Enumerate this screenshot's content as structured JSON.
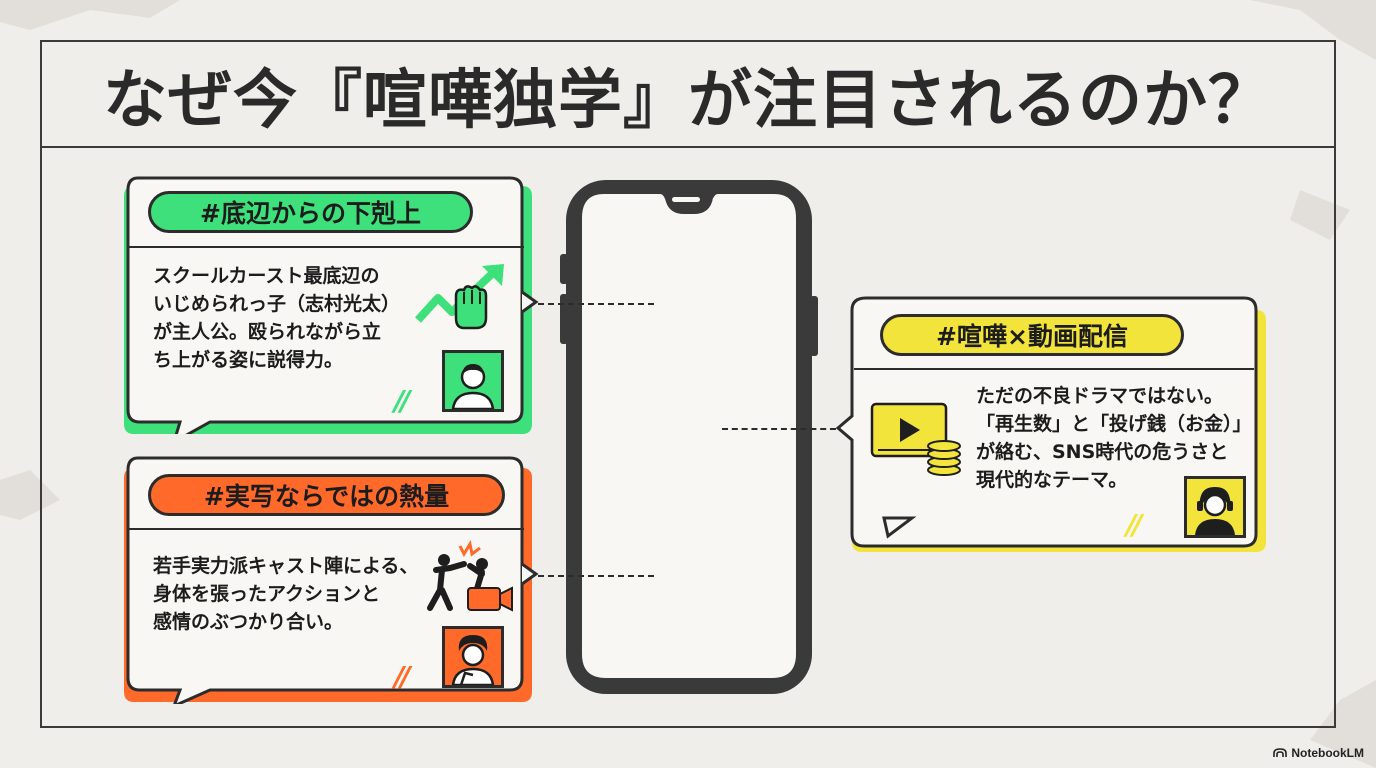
{
  "title": "なぜ今『喧嘩独学』が注目されるのか？",
  "cards": [
    {
      "tag": "#底辺からの下剋上",
      "lines": [
        "スクールカースト最底辺の",
        "いじめられっ子（志村光太）",
        "が主人公。殴られながら立",
        "ち上がる姿に説得力。"
      ],
      "accent": "#3de07a"
    },
    {
      "tag": "#実写ならではの熱量",
      "lines": [
        "若手実力派キャスト陣による、",
        "身体を張ったアクションと",
        "感情のぶつかり合い。"
      ],
      "accent": "#ff6a2b"
    },
    {
      "tag": "#喧嘩×動画配信",
      "lines": [
        "ただの不良ドラマではない。",
        "「再生数」と「投げ銭（お金）」",
        "が絡む、SNS時代の危うさと",
        "現代的なテーマ。"
      ],
      "accent": "#f2e43a"
    }
  ],
  "brand": "NotebookLM",
  "icons": [
    "fist-rising-arrow-icon",
    "student-avatar-icon",
    "fighting-figures-camera-icon",
    "actor-avatar-icon",
    "video-play-coins-icon",
    "streamer-headset-avatar-icon",
    "smartphone-icon",
    "notebooklm-logo-icon"
  ]
}
